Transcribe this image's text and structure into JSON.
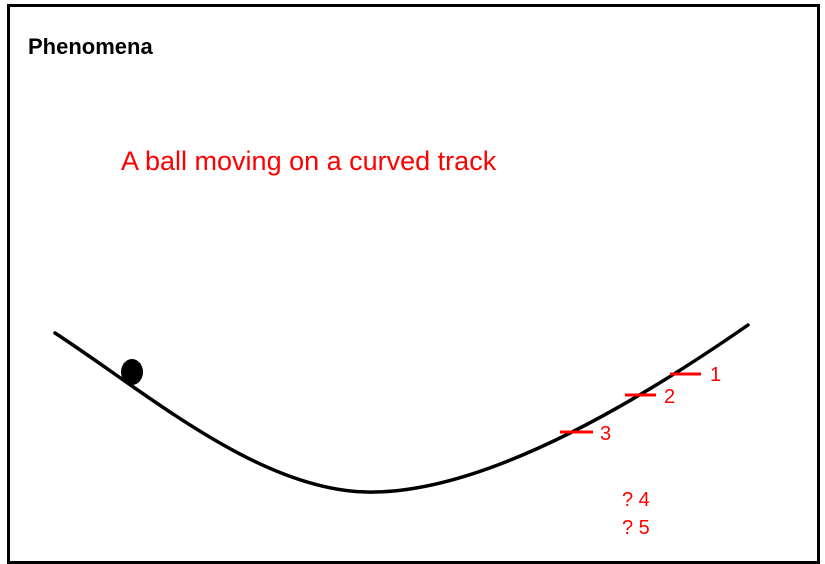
{
  "header": {
    "title": "Phenomena"
  },
  "diagram": {
    "caption": "A ball moving on a curved track",
    "position_marks": [
      {
        "label": "1"
      },
      {
        "label": "2"
      },
      {
        "label": "3"
      }
    ],
    "unknown_positions": [
      {
        "label": "? 4"
      },
      {
        "label": "? 5"
      }
    ]
  },
  "colors": {
    "annotation": "#ff0000",
    "track": "#000000",
    "ball": "#000000",
    "border": "#000000",
    "background": "#ffffff"
  }
}
